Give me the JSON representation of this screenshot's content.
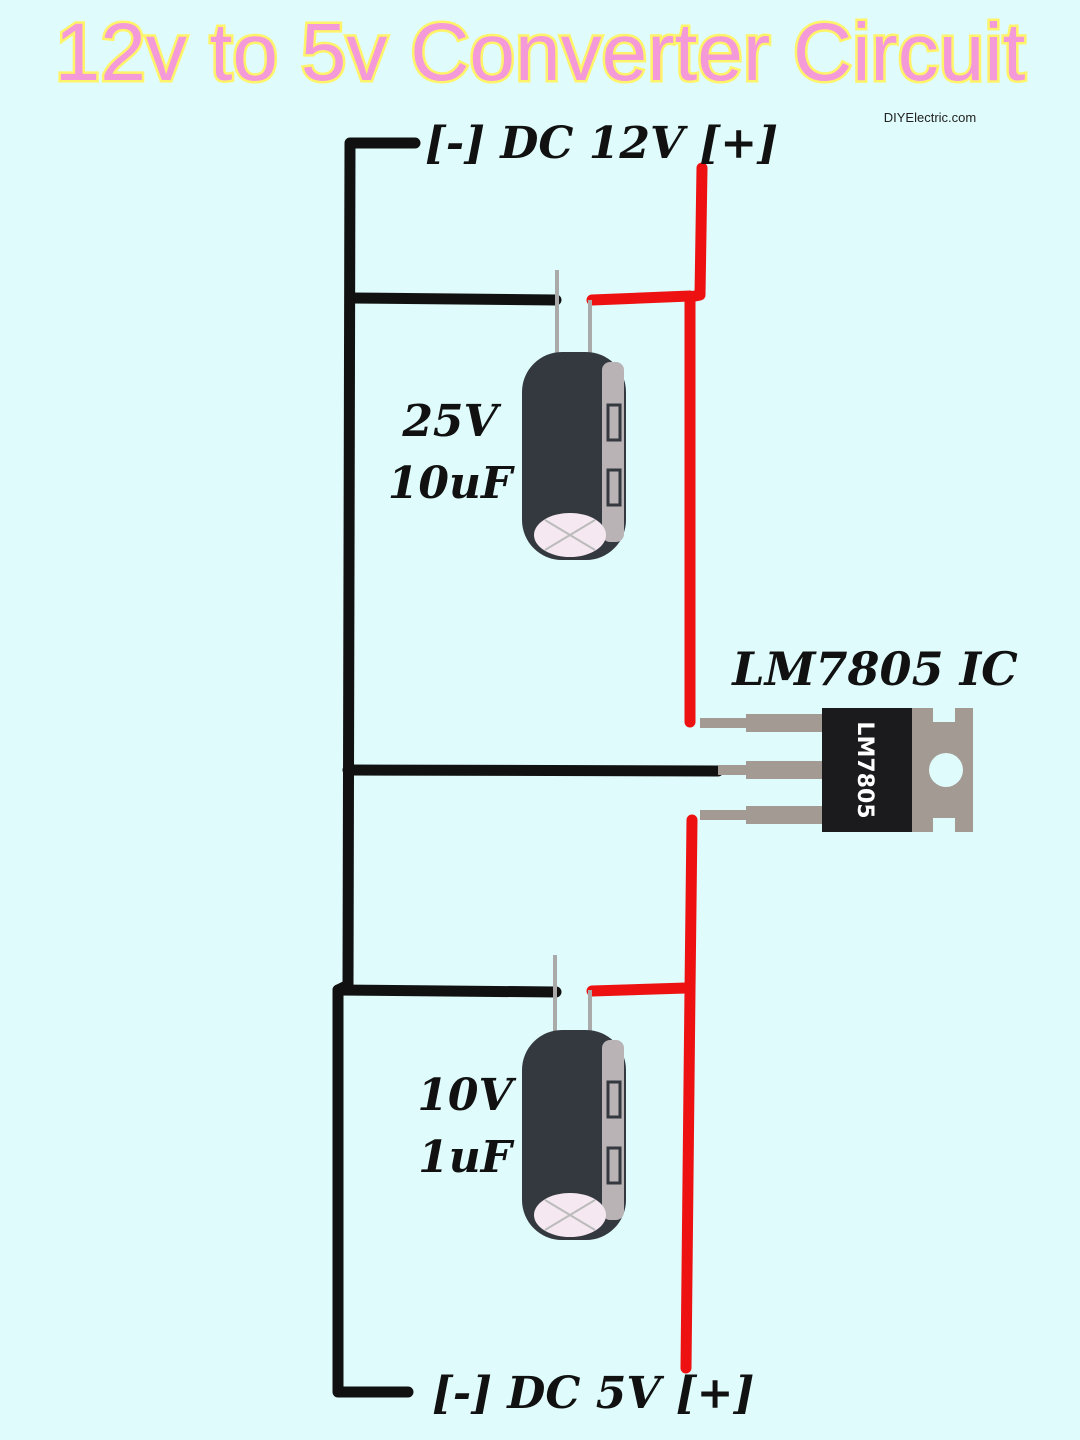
{
  "title": "12v to 5v Converter Circuit",
  "watermark": "DIYElectric.com",
  "input_label": "[-] DC 12V [+]",
  "output_label": "[-] DC 5V [+]",
  "capacitor_1": {
    "voltage": "25V",
    "capacitance": "10uF"
  },
  "capacitor_2": {
    "voltage": "10V",
    "capacitance": "1uF"
  },
  "regulator": {
    "label": "LM7805 IC",
    "marking": "LM7805"
  },
  "colors": {
    "positive_wire": "#ee1111",
    "ground_wire": "#111111",
    "background": "#dffbfb",
    "title_fill": "#f59ad9",
    "title_glow": "#fff36a"
  }
}
